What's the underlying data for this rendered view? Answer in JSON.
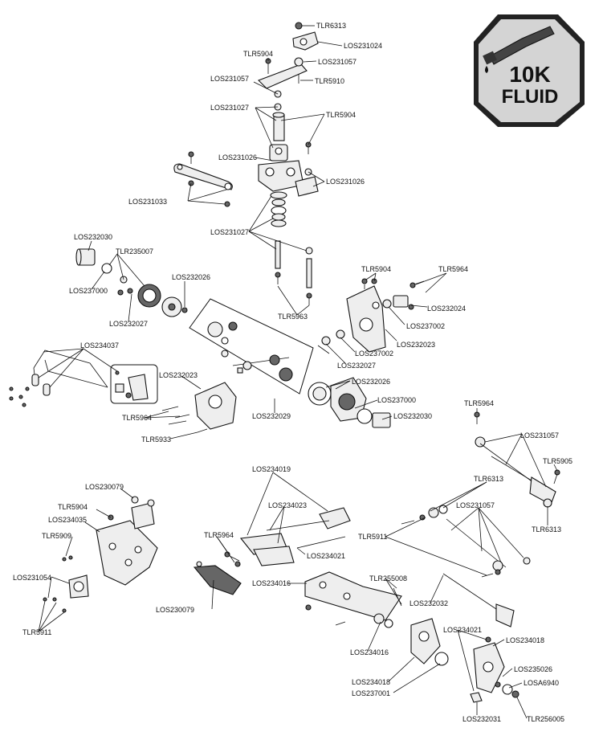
{
  "badge": {
    "line1": "10K",
    "line2": "FLUID"
  },
  "labels": {
    "tlr6313_top": "TLR6313",
    "los231024": "LOS231024",
    "tlr5904_a": "TLR5904",
    "los231057_a": "LOS231057",
    "los231057_b": "LOS231057",
    "tlr5910": "TLR5910",
    "los231027_a": "LOS231027",
    "tlr5904_b": "TLR5904",
    "los231026_a": "LOS231026",
    "los231026_b": "LOS231026",
    "los231033": "LOS231033",
    "los231027_b": "LOS231027",
    "los232030_a": "LOS232030",
    "tlr235007": "TLR235007",
    "los237000_a": "LOS237000",
    "los232026_a": "LOS232026",
    "los232027_a": "LOS232027",
    "tlr5963": "TLR5963",
    "tlr5904_c": "TLR5904",
    "tlr5964_a": "TLR5964",
    "los232024": "LOS232024",
    "los237002_a": "LOS237002",
    "los232023_a": "LOS232023",
    "los237002_b": "LOS237002",
    "los232027_b": "LOS232027",
    "los234037": "LOS234037",
    "los232023_b": "LOS232023",
    "tlr5964_b": "TLR5964",
    "tlr5933": "TLR5933",
    "los232029": "LOS232029",
    "los232026_b": "LOS232026",
    "los237000_b": "LOS237000",
    "los232030_b": "LOS232030",
    "tlr5964_c": "TLR5964",
    "los231057_c": "LOS231057",
    "tlr5905": "TLR5905",
    "tlr6313_b": "TLR6313",
    "los231057_d": "LOS231057",
    "tlr6313_c": "TLR6313",
    "los234019": "LOS234019",
    "los230079_a": "LOS230079",
    "tlr5904_d": "TLR5904",
    "los234035": "LOS234035",
    "los234023": "LOS234023",
    "tlr5909": "TLR5909",
    "tlr5964_d": "TLR5964",
    "los234021_a": "LOS234021",
    "tlr5911_a": "TLR5911",
    "los231054": "LOS231054",
    "los234016_a": "LOS234016",
    "tlr255008": "TLR255008",
    "los230079_b": "LOS230079",
    "los232032": "LOS232032",
    "tlr5911_b": "TLR5911",
    "los234021_b": "LOS234021",
    "los234018_a": "LOS234018",
    "los234016_b": "LOS234016",
    "los235026": "LOS235026",
    "los234018_b": "LOS234018",
    "losa6940": "LOSA6940",
    "los237001": "LOS237001",
    "los232031": "LOS232031",
    "tlr256005": "TLR256005"
  }
}
